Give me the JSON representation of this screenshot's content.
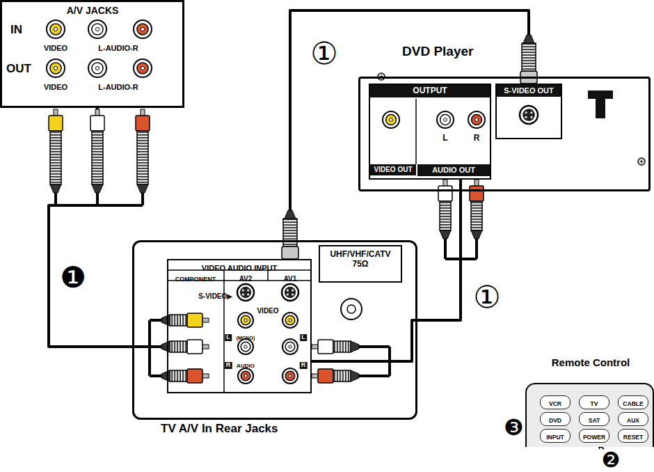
{
  "diagram": {
    "nodes": [
      {
        "text": [
          "A/V JACKS",
          "IN",
          "VIDEO",
          "L-AUDIO-R",
          "OUT",
          "VIDEO",
          "L-AUDIO-R"
        ]
      },
      {
        "text": [
          "DVD Player"
        ]
      },
      {
        "text": [
          "OUTPUT",
          "VIDEO OUT",
          "L",
          "R",
          "AUDIO OUT"
        ],
        "in": 1
      },
      {
        "text": [
          "S-VIDEO OUT"
        ],
        "in": 1
      },
      {
        "text": [
          "TV A/V In Rear Jacks"
        ]
      },
      {
        "text": [
          "VIDEO AUDIO INPUT",
          "COMPONENT",
          "AV2",
          "AV1",
          "S-VIDEO▶",
          "VIDEO",
          "L",
          "(MONO)",
          "L",
          "R",
          "AUDIO",
          "R"
        ],
        "in": 4
      },
      {
        "text": [
          "UHF/VHF/CATV 75Ω"
        ],
        "in": 4
      },
      {
        "text": [
          "Remote Control"
        ]
      },
      {
        "text": [
          "VCR"
        ],
        "in": 7
      },
      {
        "text": [
          "TV"
        ],
        "in": 7
      },
      {
        "text": [
          "CABLE"
        ],
        "in": 7
      },
      {
        "text": [
          "DVD"
        ],
        "in": 7
      },
      {
        "text": [
          "SAT"
        ],
        "in": 7
      },
      {
        "text": [
          "AUX"
        ],
        "in": 7
      },
      {
        "text": [
          "INPUT"
        ],
        "in": 7
      },
      {
        "text": [
          "POWER"
        ],
        "in": 7
      },
      {
        "text": [
          "RESET"
        ],
        "in": 7
      }
    ],
    "edges": [
      {
        "from": 0,
        "to": 5,
        "arrow": "none"
      },
      {
        "from": 3,
        "to": 5,
        "arrow": "none"
      },
      {
        "from": 2,
        "to": 5,
        "arrow": "none"
      }
    ],
    "labels": [
      "❶",
      "①",
      "①",
      "❷",
      "❸"
    ]
  }
}
